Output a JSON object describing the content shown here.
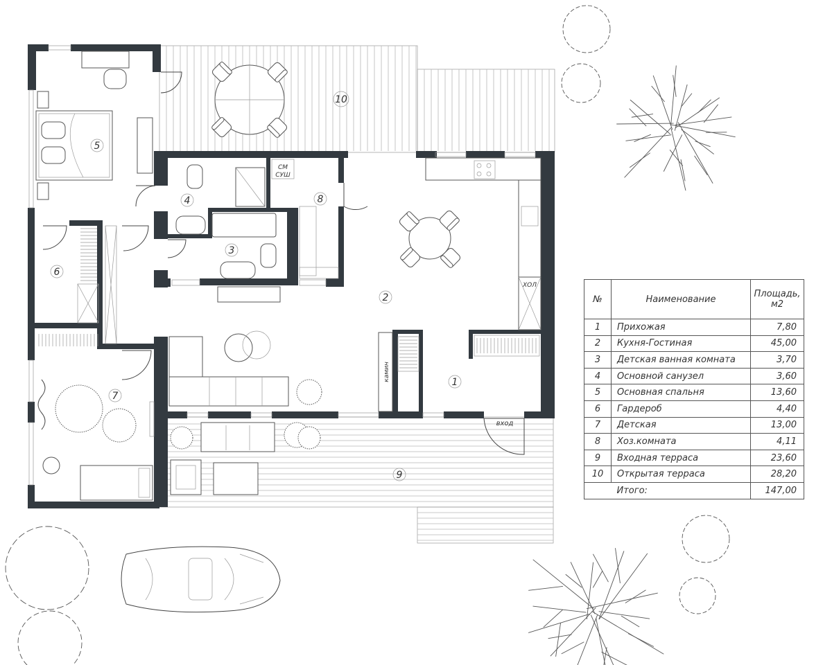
{
  "rooms": [
    {
      "num": "1"
    },
    {
      "num": "2"
    },
    {
      "num": "3"
    },
    {
      "num": "4"
    },
    {
      "num": "5"
    },
    {
      "num": "6"
    },
    {
      "num": "7"
    },
    {
      "num": "8"
    },
    {
      "num": "9"
    },
    {
      "num": "10"
    }
  ],
  "labels": {
    "dryer_1": "СМ",
    "dryer_2": "СУШ",
    "fridge": "ХОЛ",
    "fireplace": "камин",
    "entrance": "вход"
  },
  "table": {
    "headers": {
      "num": "№",
      "name": "Наименование",
      "area_1": "Площадь,",
      "area_2": "м2"
    },
    "rows": [
      {
        "num": "1",
        "name": "Прихожая",
        "area": "7,80"
      },
      {
        "num": "2",
        "name": "Кухня-Гостиная",
        "area": "45,00"
      },
      {
        "num": "3",
        "name": "Детская ванная комната",
        "area": "3,70"
      },
      {
        "num": "4",
        "name": "Основной санузел",
        "area": "3,60"
      },
      {
        "num": "5",
        "name": "Основная спальня",
        "area": "13,60"
      },
      {
        "num": "6",
        "name": "Гардероб",
        "area": "4,40"
      },
      {
        "num": "7",
        "name": "Детская",
        "area": "13,00"
      },
      {
        "num": "8",
        "name": "Хоз.комната",
        "area": "4,11"
      },
      {
        "num": "9",
        "name": "Входная терраса",
        "area": "23,60"
      },
      {
        "num": "10",
        "name": "Открытая терраса",
        "area": "28,20"
      }
    ],
    "total_label": "Итого:",
    "total_area": "147,00"
  },
  "colors": {
    "wall": "#333a40",
    "line": "#444444",
    "deck": "#b8b8b8"
  }
}
